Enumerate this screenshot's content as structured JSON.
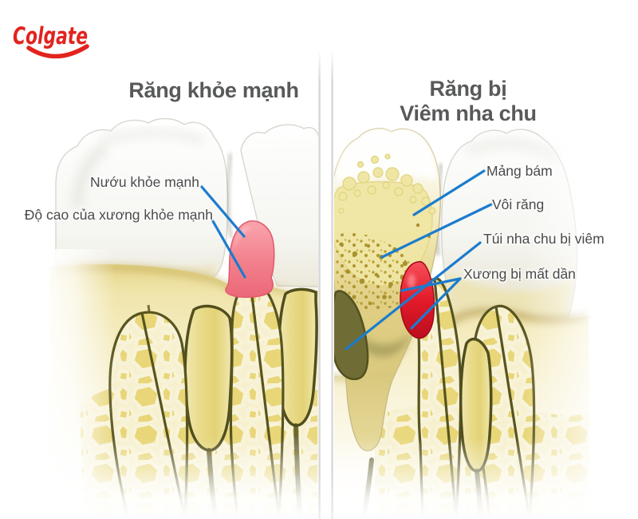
{
  "logo": {
    "text": "Colgate"
  },
  "headings": {
    "left": "Răng khỏe mạnh",
    "right_line1": "Răng bị",
    "right_line2": "Viêm nha chu"
  },
  "labels": {
    "left": [
      {
        "id": "healthy-gum",
        "text": "Nướu khỏe mạnh"
      },
      {
        "id": "healthy-bone",
        "text": "Độ cao của xương khỏe mạnh"
      }
    ],
    "right": [
      {
        "id": "plaque",
        "text": "Mảng bám"
      },
      {
        "id": "tartar",
        "text": "Vôi răng"
      },
      {
        "id": "pocket",
        "text": "Túi nha chu bị viêm"
      },
      {
        "id": "bone-loss",
        "text": "Xương bị mất dần"
      }
    ]
  },
  "colors": {
    "brand_red": "#E2231E",
    "leader_blue": "#1B7CCE",
    "heading_gray": "#58595B",
    "label_gray": "#4A4A4A",
    "healthy_gum_pink": "#F2808C",
    "inflamed_red": "#E31B2B",
    "bone_cream": "#F5EDC4",
    "trabecula_yellow": "#E8D678",
    "outline_olive": "#57541F",
    "plaque_yellow": "#F0E6A4",
    "tartar_gold": "#B59C30",
    "pocket_olive": "#6F6C35",
    "divider_gray": "#D6D6D6"
  }
}
